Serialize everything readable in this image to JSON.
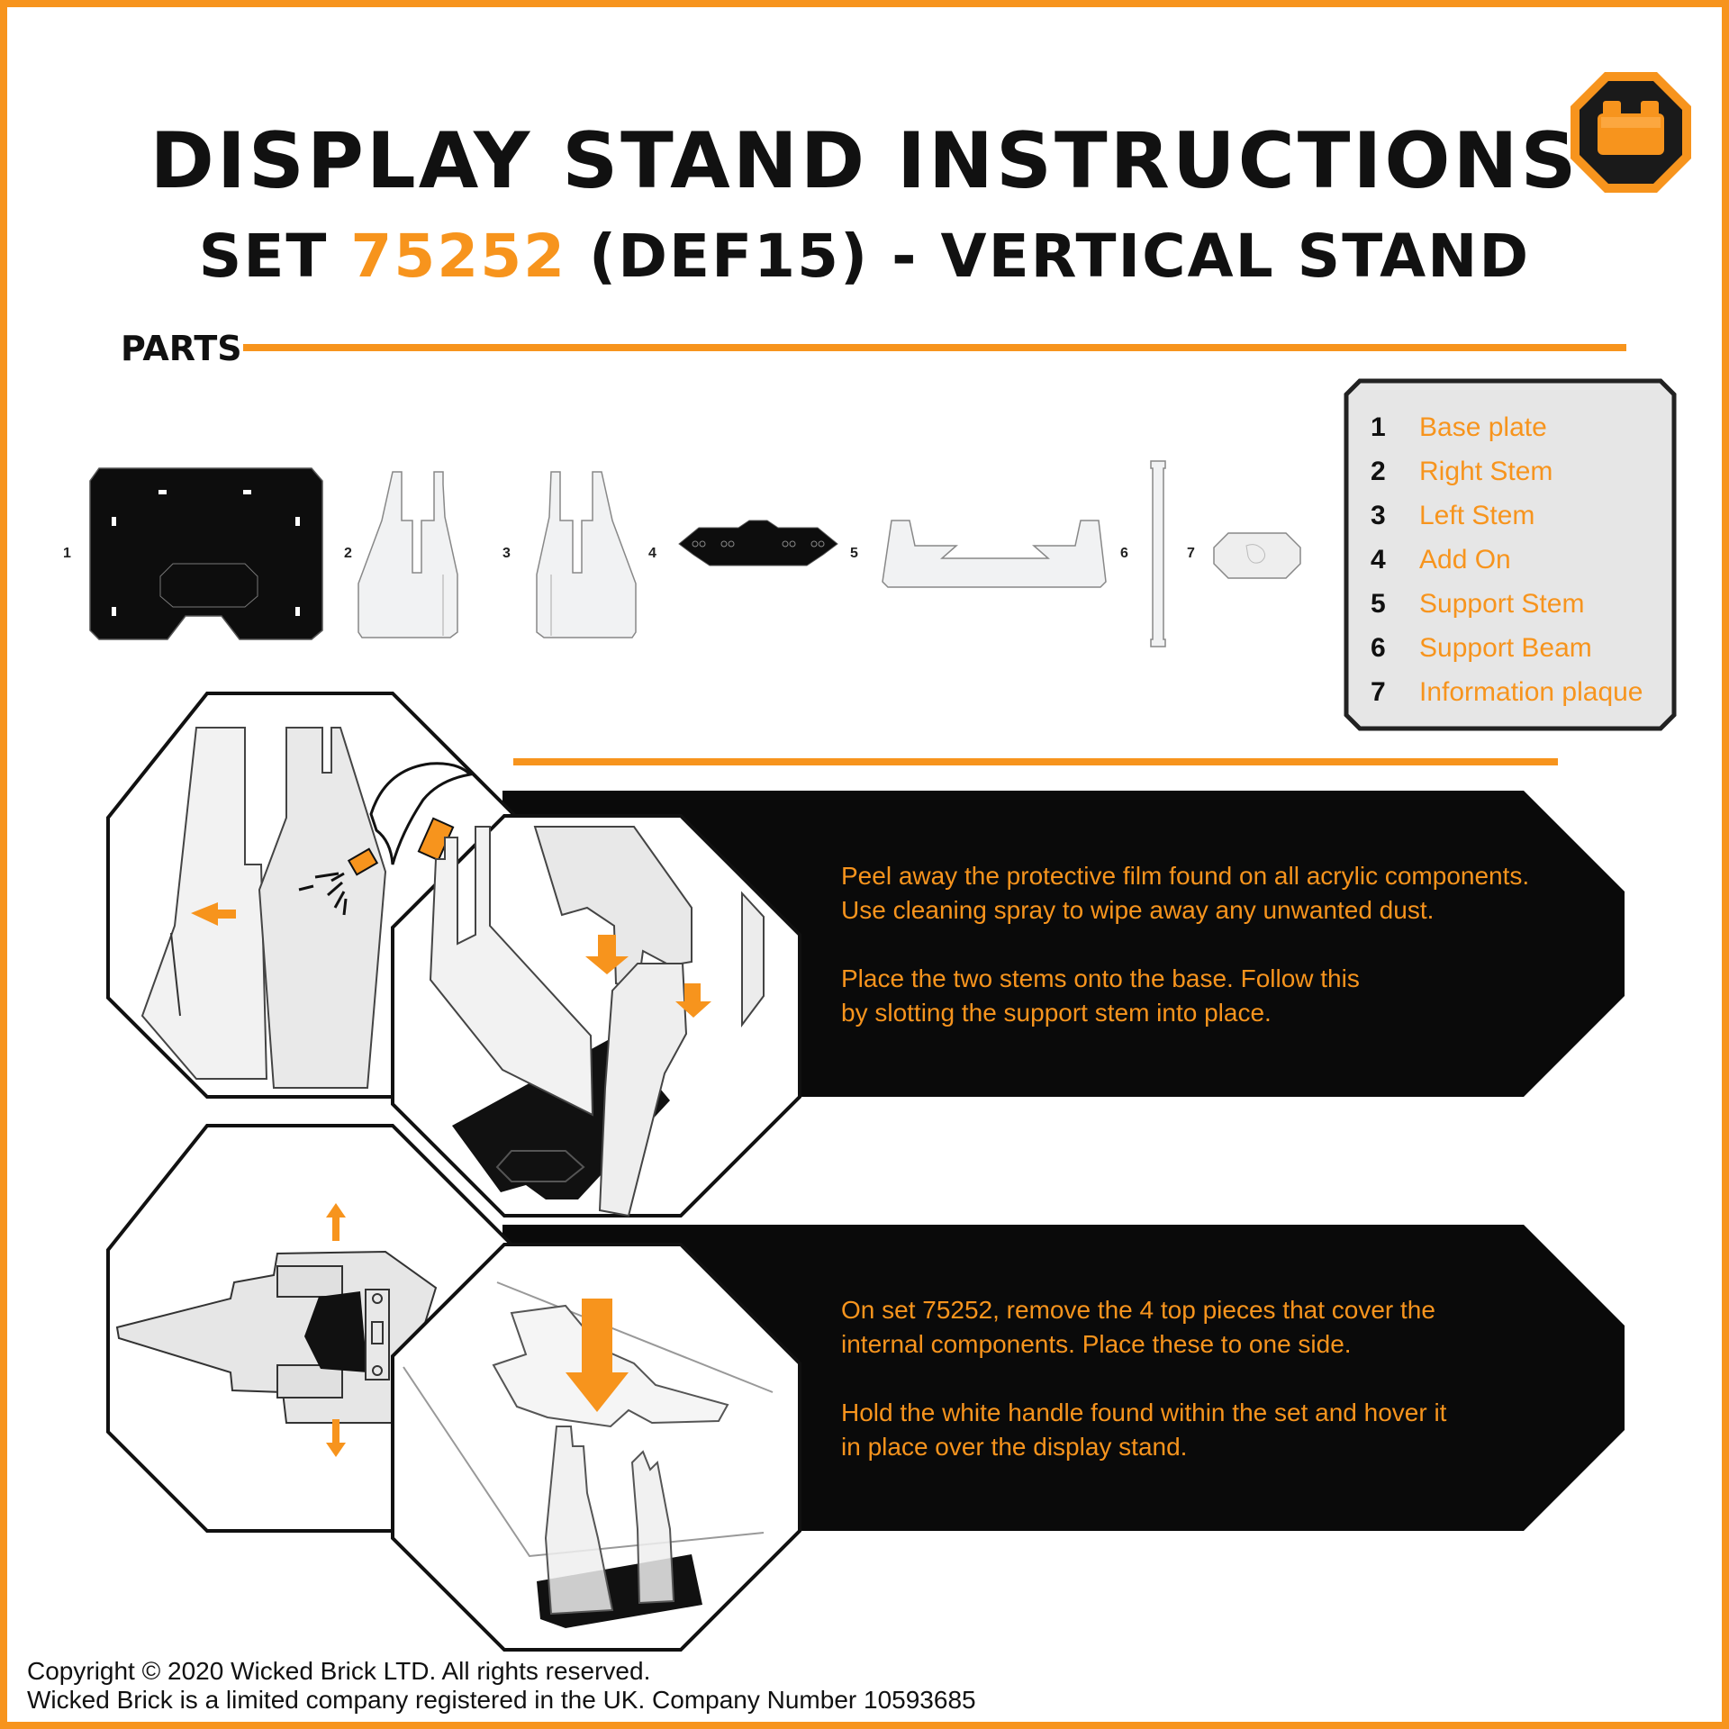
{
  "header": {
    "title": "DISPLAY STAND INSTRUCTIONS",
    "subtitle_prefix": "SET",
    "set_number": "75252",
    "subtitle_suffix": "(DEF15) - VERTICAL STAND"
  },
  "parts_section": {
    "label": "PARTS",
    "numbers": [
      "1",
      "2",
      "3",
      "4",
      "5",
      "6",
      "7"
    ]
  },
  "legend": {
    "items": [
      {
        "num": "1",
        "name": "Base plate"
      },
      {
        "num": "2",
        "name": "Right Stem"
      },
      {
        "num": "3",
        "name": "Left Stem"
      },
      {
        "num": "4",
        "name": "Add On"
      },
      {
        "num": "5",
        "name": "Support Stem"
      },
      {
        "num": "6",
        "name": "Support Beam"
      },
      {
        "num": "7",
        "name": "Information plaque"
      }
    ]
  },
  "steps": [
    {
      "p1_lines": [
        "Peel away the protective film found on all acrylic components.",
        "Use cleaning spray to wipe away any unwanted dust."
      ],
      "p2_lines": [
        "Place the two stems onto the base. Follow this",
        "by slotting the support stem into place."
      ]
    },
    {
      "p1_lines": [
        "On set 75252, remove the 4 top pieces that cover the",
        "internal components. Place these to one side."
      ],
      "p2_lines": [
        "Hold the white handle found within the set and hover it",
        "in place over the display stand."
      ]
    }
  ],
  "footer": {
    "line1": "Copyright © 2020 Wicked Brick LTD. All rights reserved.",
    "line2": "Wicked Brick is a limited company registered in the UK. Company Number 10593685"
  },
  "colors": {
    "accent": "#f7941d",
    "dark": "#111111",
    "panel": "#e6e6e6"
  },
  "icons": [
    "brick-logo-icon",
    "arrow-icon",
    "spray-bottle-icon"
  ]
}
